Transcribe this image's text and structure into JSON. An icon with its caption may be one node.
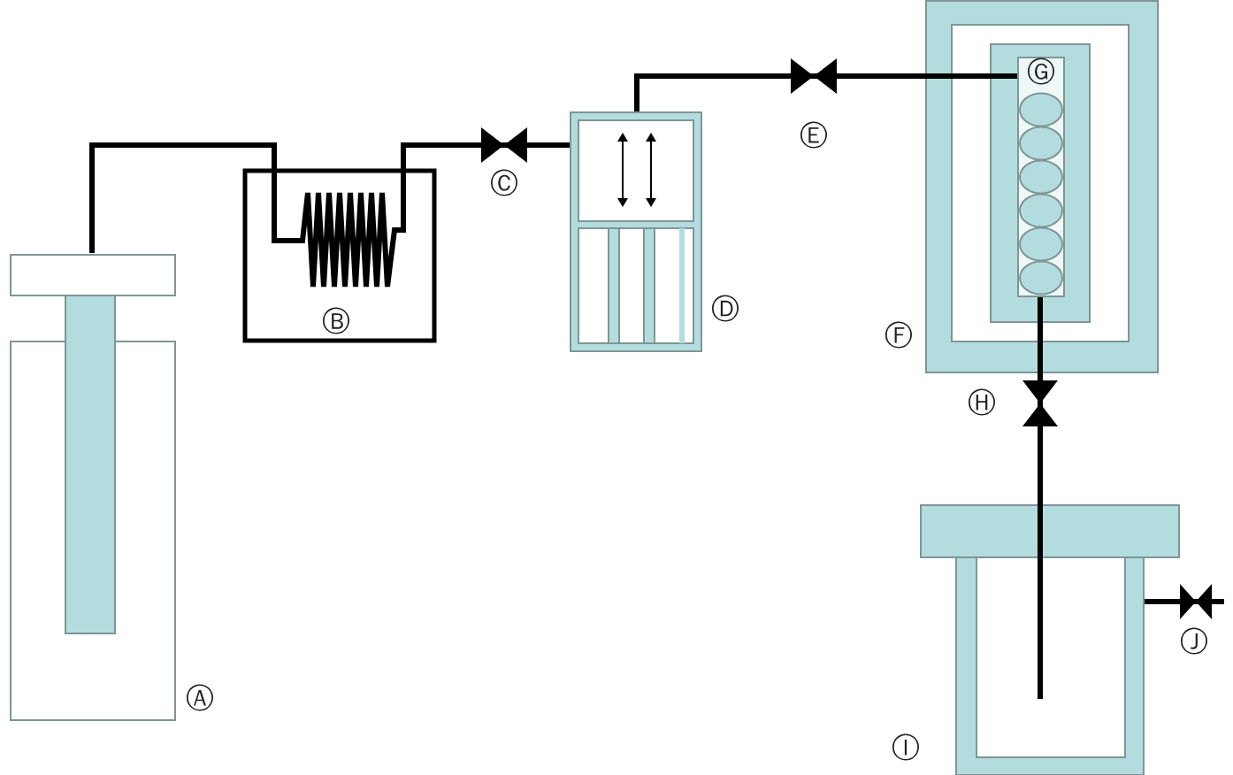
{
  "diagram": {
    "nodes": [
      {
        "text": [],
        "shape": "box",
        "beside": [
          "Ⓐ"
        ]
      },
      {
        "text": [
          "Ⓑ"
        ]
      },
      {
        "text": [],
        "shape": "valve",
        "beside": [
          "Ⓒ"
        ]
      },
      {
        "text": [],
        "shape": "box",
        "beside": [
          "Ⓓ"
        ]
      },
      {
        "text": [],
        "shape": "valve",
        "beside": [
          "Ⓔ"
        ]
      },
      {
        "text": [],
        "shape": "box",
        "beside": [
          "Ⓕ"
        ]
      },
      {
        "text": [
          "Ⓖ"
        ],
        "in": 5
      },
      {
        "text": [],
        "shape": "valve",
        "beside": [
          "Ⓗ"
        ]
      },
      {
        "text": [],
        "shape": "box",
        "beside": [
          "Ⓘ"
        ]
      },
      {
        "text": [],
        "shape": "valve",
        "beside": [
          "Ⓙ"
        ]
      }
    ],
    "edges": [
      {
        "from": 0,
        "to": 1,
        "arrow": "none"
      },
      {
        "from": 1,
        "to": 2,
        "arrow": "none"
      },
      {
        "from": 2,
        "to": 3,
        "arrow": "none"
      },
      {
        "from": 3,
        "to": 4,
        "arrow": "none"
      },
      {
        "from": 4,
        "to": 6,
        "arrow": "none"
      },
      {
        "from": 6,
        "to": 7,
        "arrow": "none"
      },
      {
        "from": 7,
        "to": 8,
        "arrow": "none"
      },
      {
        "from": 8,
        "to": 9,
        "arrow": "none"
      }
    ]
  }
}
